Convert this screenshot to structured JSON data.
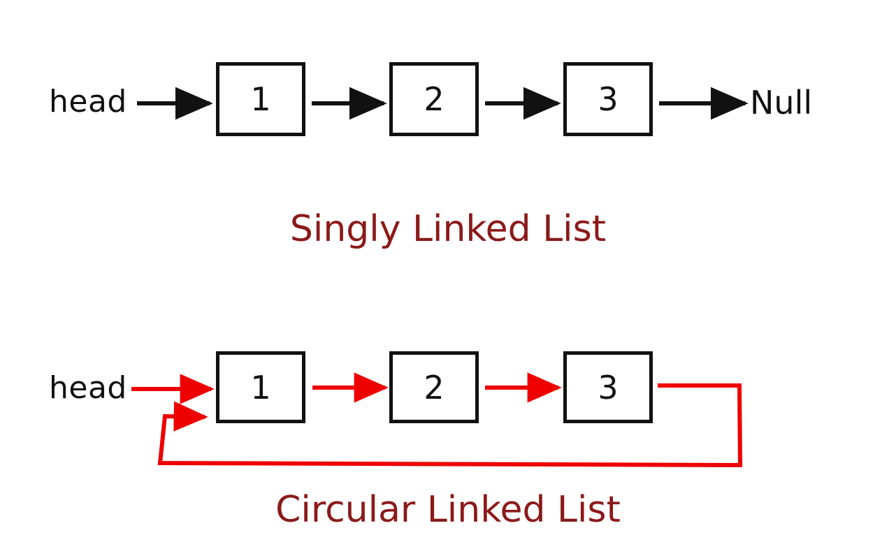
{
  "diagram": {
    "background_color": "#ffffff",
    "sections": [
      {
        "id": "singly",
        "caption": "Singly Linked List",
        "caption_color": "#8B1A1A",
        "pointer_color": "#111111",
        "box_border_color": "#111111",
        "head_label": "head",
        "terminator_label": "Null",
        "nodes": [
          {
            "value": "1"
          },
          {
            "value": "2"
          },
          {
            "value": "3"
          }
        ]
      },
      {
        "id": "circular",
        "caption": "Circular Linked List",
        "caption_color": "#8B1A1A",
        "pointer_color": "#EE0000",
        "box_border_color": "#111111",
        "head_label": "head",
        "terminator_label": "",
        "nodes": [
          {
            "value": "1"
          },
          {
            "value": "2"
          },
          {
            "value": "3"
          }
        ]
      }
    ]
  }
}
